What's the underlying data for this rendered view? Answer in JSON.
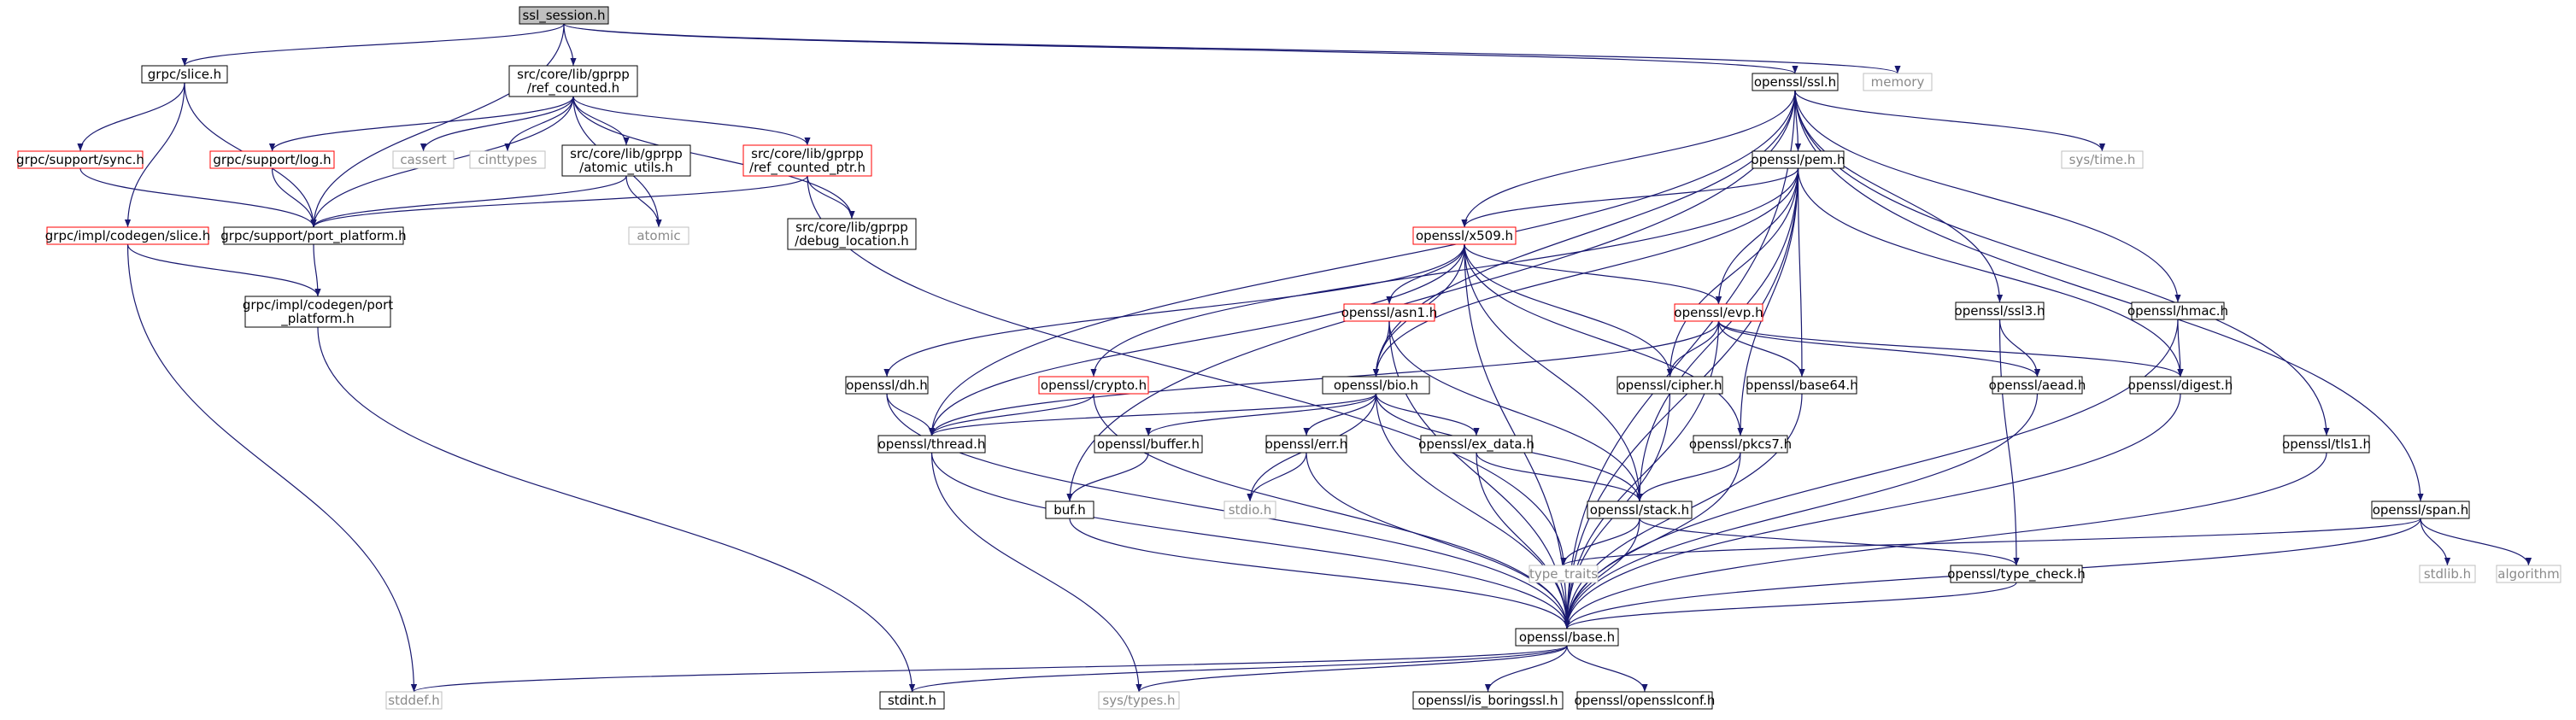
{
  "colors": {
    "edge": "#191970",
    "node_border": "#000000",
    "node_border_truncated": "#ff0000",
    "node_border_external": "#bfbfbf",
    "root_fill": "#bfbfbf",
    "node_fill": "#ffffff"
  },
  "nodes": [
    {
      "id": "ssl_session",
      "lines": [
        "ssl_session.h"
      ],
      "kind": "root"
    },
    {
      "id": "grpc_slice",
      "lines": [
        "grpc/slice.h"
      ],
      "kind": "normal"
    },
    {
      "id": "ref_counted",
      "lines": [
        "src/core/lib/gprpp",
        "/ref_counted.h"
      ],
      "kind": "normal"
    },
    {
      "id": "openssl_ssl",
      "lines": [
        "openssl/ssl.h"
      ],
      "kind": "normal"
    },
    {
      "id": "memory",
      "lines": [
        "memory"
      ],
      "kind": "external"
    },
    {
      "id": "support_sync",
      "lines": [
        "grpc/support/sync.h"
      ],
      "kind": "truncated"
    },
    {
      "id": "support_log",
      "lines": [
        "grpc/support/log.h"
      ],
      "kind": "truncated"
    },
    {
      "id": "cassert",
      "lines": [
        "cassert"
      ],
      "kind": "external"
    },
    {
      "id": "cinttypes",
      "lines": [
        "cinttypes"
      ],
      "kind": "external"
    },
    {
      "id": "atomic_utils",
      "lines": [
        "src/core/lib/gprpp",
        "/atomic_utils.h"
      ],
      "kind": "normal"
    },
    {
      "id": "ref_counted_ptr",
      "lines": [
        "src/core/lib/gprpp",
        "/ref_counted_ptr.h"
      ],
      "kind": "truncated"
    },
    {
      "id": "codegen_slice",
      "lines": [
        "grpc/impl/codegen/slice.h"
      ],
      "kind": "truncated"
    },
    {
      "id": "port_platform",
      "lines": [
        "grpc/support/port_platform.h"
      ],
      "kind": "normal"
    },
    {
      "id": "atomic",
      "lines": [
        "atomic"
      ],
      "kind": "external"
    },
    {
      "id": "debug_location",
      "lines": [
        "src/core/lib/gprpp",
        "/debug_location.h"
      ],
      "kind": "normal"
    },
    {
      "id": "codegen_port_platform",
      "lines": [
        "grpc/impl/codegen/port",
        "_platform.h"
      ],
      "kind": "normal"
    },
    {
      "id": "sys_time",
      "lines": [
        "sys/time.h"
      ],
      "kind": "external"
    },
    {
      "id": "pem",
      "lines": [
        "openssl/pem.h"
      ],
      "kind": "normal"
    },
    {
      "id": "x509",
      "lines": [
        "openssl/x509.h"
      ],
      "kind": "truncated"
    },
    {
      "id": "ssl3",
      "lines": [
        "openssl/ssl3.h"
      ],
      "kind": "normal"
    },
    {
      "id": "hmac",
      "lines": [
        "openssl/hmac.h"
      ],
      "kind": "normal"
    },
    {
      "id": "asn1",
      "lines": [
        "openssl/asn1.h"
      ],
      "kind": "truncated"
    },
    {
      "id": "evp",
      "lines": [
        "openssl/evp.h"
      ],
      "kind": "truncated"
    },
    {
      "id": "dh",
      "lines": [
        "openssl/dh.h"
      ],
      "kind": "normal"
    },
    {
      "id": "crypto",
      "lines": [
        "openssl/crypto.h"
      ],
      "kind": "truncated"
    },
    {
      "id": "bio",
      "lines": [
        "openssl/bio.h"
      ],
      "kind": "normal"
    },
    {
      "id": "cipher",
      "lines": [
        "openssl/cipher.h"
      ],
      "kind": "normal"
    },
    {
      "id": "base64",
      "lines": [
        "openssl/base64.h"
      ],
      "kind": "normal"
    },
    {
      "id": "aead",
      "lines": [
        "openssl/aead.h"
      ],
      "kind": "normal"
    },
    {
      "id": "digest",
      "lines": [
        "openssl/digest.h"
      ],
      "kind": "normal"
    },
    {
      "id": "thread",
      "lines": [
        "openssl/thread.h"
      ],
      "kind": "normal"
    },
    {
      "id": "buffer",
      "lines": [
        "openssl/buffer.h"
      ],
      "kind": "normal"
    },
    {
      "id": "err",
      "lines": [
        "openssl/err.h"
      ],
      "kind": "normal"
    },
    {
      "id": "ex_data",
      "lines": [
        "openssl/ex_data.h"
      ],
      "kind": "normal"
    },
    {
      "id": "pkcs7",
      "lines": [
        "openssl/pkcs7.h"
      ],
      "kind": "normal"
    },
    {
      "id": "tls1",
      "lines": [
        "openssl/tls1.h"
      ],
      "kind": "normal"
    },
    {
      "id": "span",
      "lines": [
        "openssl/span.h"
      ],
      "kind": "normal"
    },
    {
      "id": "buf",
      "lines": [
        "buf.h"
      ],
      "kind": "normal"
    },
    {
      "id": "stdio",
      "lines": [
        "stdio.h"
      ],
      "kind": "external"
    },
    {
      "id": "stack",
      "lines": [
        "openssl/stack.h"
      ],
      "kind": "normal"
    },
    {
      "id": "type_traits",
      "lines": [
        "type_traits"
      ],
      "kind": "external"
    },
    {
      "id": "type_check",
      "lines": [
        "openssl/type_check.h"
      ],
      "kind": "normal"
    },
    {
      "id": "stdlib",
      "lines": [
        "stdlib.h"
      ],
      "kind": "external"
    },
    {
      "id": "algorithm",
      "lines": [
        "algorithm"
      ],
      "kind": "external"
    },
    {
      "id": "base",
      "lines": [
        "openssl/base.h"
      ],
      "kind": "normal"
    },
    {
      "id": "stddef",
      "lines": [
        "stddef.h"
      ],
      "kind": "external"
    },
    {
      "id": "stdint",
      "lines": [
        "stdint.h"
      ],
      "kind": "normal"
    },
    {
      "id": "sys_types",
      "lines": [
        "sys/types.h"
      ],
      "kind": "external"
    },
    {
      "id": "is_boringssl",
      "lines": [
        "openssl/is_boringssl.h"
      ],
      "kind": "normal"
    },
    {
      "id": "opensslconf",
      "lines": [
        "openssl/opensslconf.h"
      ],
      "kind": "normal"
    }
  ],
  "edges": [
    [
      "ssl_session",
      "grpc_slice"
    ],
    [
      "ssl_session",
      "ref_counted"
    ],
    [
      "ssl_session",
      "openssl_ssl"
    ],
    [
      "ssl_session",
      "memory"
    ],
    [
      "ssl_session",
      "port_platform"
    ],
    [
      "grpc_slice",
      "support_sync"
    ],
    [
      "grpc_slice",
      "codegen_slice"
    ],
    [
      "grpc_slice",
      "port_platform"
    ],
    [
      "support_sync",
      "port_platform"
    ],
    [
      "ref_counted",
      "support_log"
    ],
    [
      "ref_counted",
      "cassert"
    ],
    [
      "ref_counted",
      "cinttypes"
    ],
    [
      "ref_counted",
      "atomic_utils"
    ],
    [
      "ref_counted",
      "ref_counted_ptr"
    ],
    [
      "ref_counted",
      "port_platform"
    ],
    [
      "ref_counted",
      "atomic"
    ],
    [
      "ref_counted",
      "debug_location"
    ],
    [
      "support_log",
      "port_platform"
    ],
    [
      "atomic_utils",
      "port_platform"
    ],
    [
      "atomic_utils",
      "atomic"
    ],
    [
      "ref_counted_ptr",
      "port_platform"
    ],
    [
      "ref_counted_ptr",
      "debug_location"
    ],
    [
      "ref_counted_ptr",
      "type_traits"
    ],
    [
      "codegen_slice",
      "codegen_port_platform"
    ],
    [
      "codegen_slice",
      "stddef"
    ],
    [
      "port_platform",
      "codegen_port_platform"
    ],
    [
      "codegen_port_platform",
      "stdint"
    ],
    [
      "openssl_ssl",
      "sys_time"
    ],
    [
      "openssl_ssl",
      "pem"
    ],
    [
      "openssl_ssl",
      "x509"
    ],
    [
      "openssl_ssl",
      "ssl3"
    ],
    [
      "openssl_ssl",
      "hmac"
    ],
    [
      "openssl_ssl",
      "tls1"
    ],
    [
      "openssl_ssl",
      "span"
    ],
    [
      "openssl_ssl",
      "bio"
    ],
    [
      "openssl_ssl",
      "thread"
    ],
    [
      "openssl_ssl",
      "buf"
    ],
    [
      "openssl_ssl",
      "base"
    ],
    [
      "pem",
      "x509"
    ],
    [
      "pem",
      "evp"
    ],
    [
      "pem",
      "crypto"
    ],
    [
      "pem",
      "bio"
    ],
    [
      "pem",
      "cipher"
    ],
    [
      "pem",
      "base64"
    ],
    [
      "pem",
      "digest"
    ],
    [
      "pem",
      "stack"
    ],
    [
      "pem",
      "pkcs7"
    ],
    [
      "pem",
      "base"
    ],
    [
      "x509",
      "asn1"
    ],
    [
      "x509",
      "evp"
    ],
    [
      "x509",
      "dh"
    ],
    [
      "x509",
      "bio"
    ],
    [
      "x509",
      "cipher"
    ],
    [
      "x509",
      "thread"
    ],
    [
      "x509",
      "stack"
    ],
    [
      "x509",
      "pkcs7"
    ],
    [
      "x509",
      "base"
    ],
    [
      "asn1",
      "bio"
    ],
    [
      "asn1",
      "stack"
    ],
    [
      "asn1",
      "base"
    ],
    [
      "evp",
      "cipher"
    ],
    [
      "evp",
      "base64"
    ],
    [
      "evp",
      "aead"
    ],
    [
      "evp",
      "digest"
    ],
    [
      "evp",
      "thread"
    ],
    [
      "evp",
      "base"
    ],
    [
      "ssl3",
      "aead"
    ],
    [
      "ssl3",
      "type_check"
    ],
    [
      "hmac",
      "digest"
    ],
    [
      "hmac",
      "base"
    ],
    [
      "dh",
      "thread"
    ],
    [
      "dh",
      "base"
    ],
    [
      "crypto",
      "thread"
    ],
    [
      "crypto",
      "base"
    ],
    [
      "bio",
      "thread"
    ],
    [
      "bio",
      "buffer"
    ],
    [
      "bio",
      "err"
    ],
    [
      "bio",
      "ex_data"
    ],
    [
      "bio",
      "stack"
    ],
    [
      "bio",
      "stdio"
    ],
    [
      "bio",
      "base"
    ],
    [
      "cipher",
      "base"
    ],
    [
      "base64",
      "base"
    ],
    [
      "aead",
      "base"
    ],
    [
      "digest",
      "base"
    ],
    [
      "thread",
      "sys_types"
    ],
    [
      "thread",
      "base"
    ],
    [
      "buffer",
      "buf"
    ],
    [
      "err",
      "stdio"
    ],
    [
      "err",
      "base"
    ],
    [
      "ex_data",
      "stack"
    ],
    [
      "ex_data",
      "base"
    ],
    [
      "pkcs7",
      "stack"
    ],
    [
      "pkcs7",
      "base"
    ],
    [
      "tls1",
      "base"
    ],
    [
      "span",
      "type_traits"
    ],
    [
      "span",
      "stdlib"
    ],
    [
      "span",
      "algorithm"
    ],
    [
      "span",
      "base"
    ],
    [
      "buf",
      "base"
    ],
    [
      "stack",
      "type_traits"
    ],
    [
      "stack",
      "type_check"
    ],
    [
      "stack",
      "base"
    ],
    [
      "type_check",
      "base"
    ],
    [
      "base",
      "stddef"
    ],
    [
      "base",
      "stdint"
    ],
    [
      "base",
      "sys_types"
    ],
    [
      "base",
      "is_boringssl"
    ],
    [
      "base",
      "opensslconf"
    ]
  ]
}
